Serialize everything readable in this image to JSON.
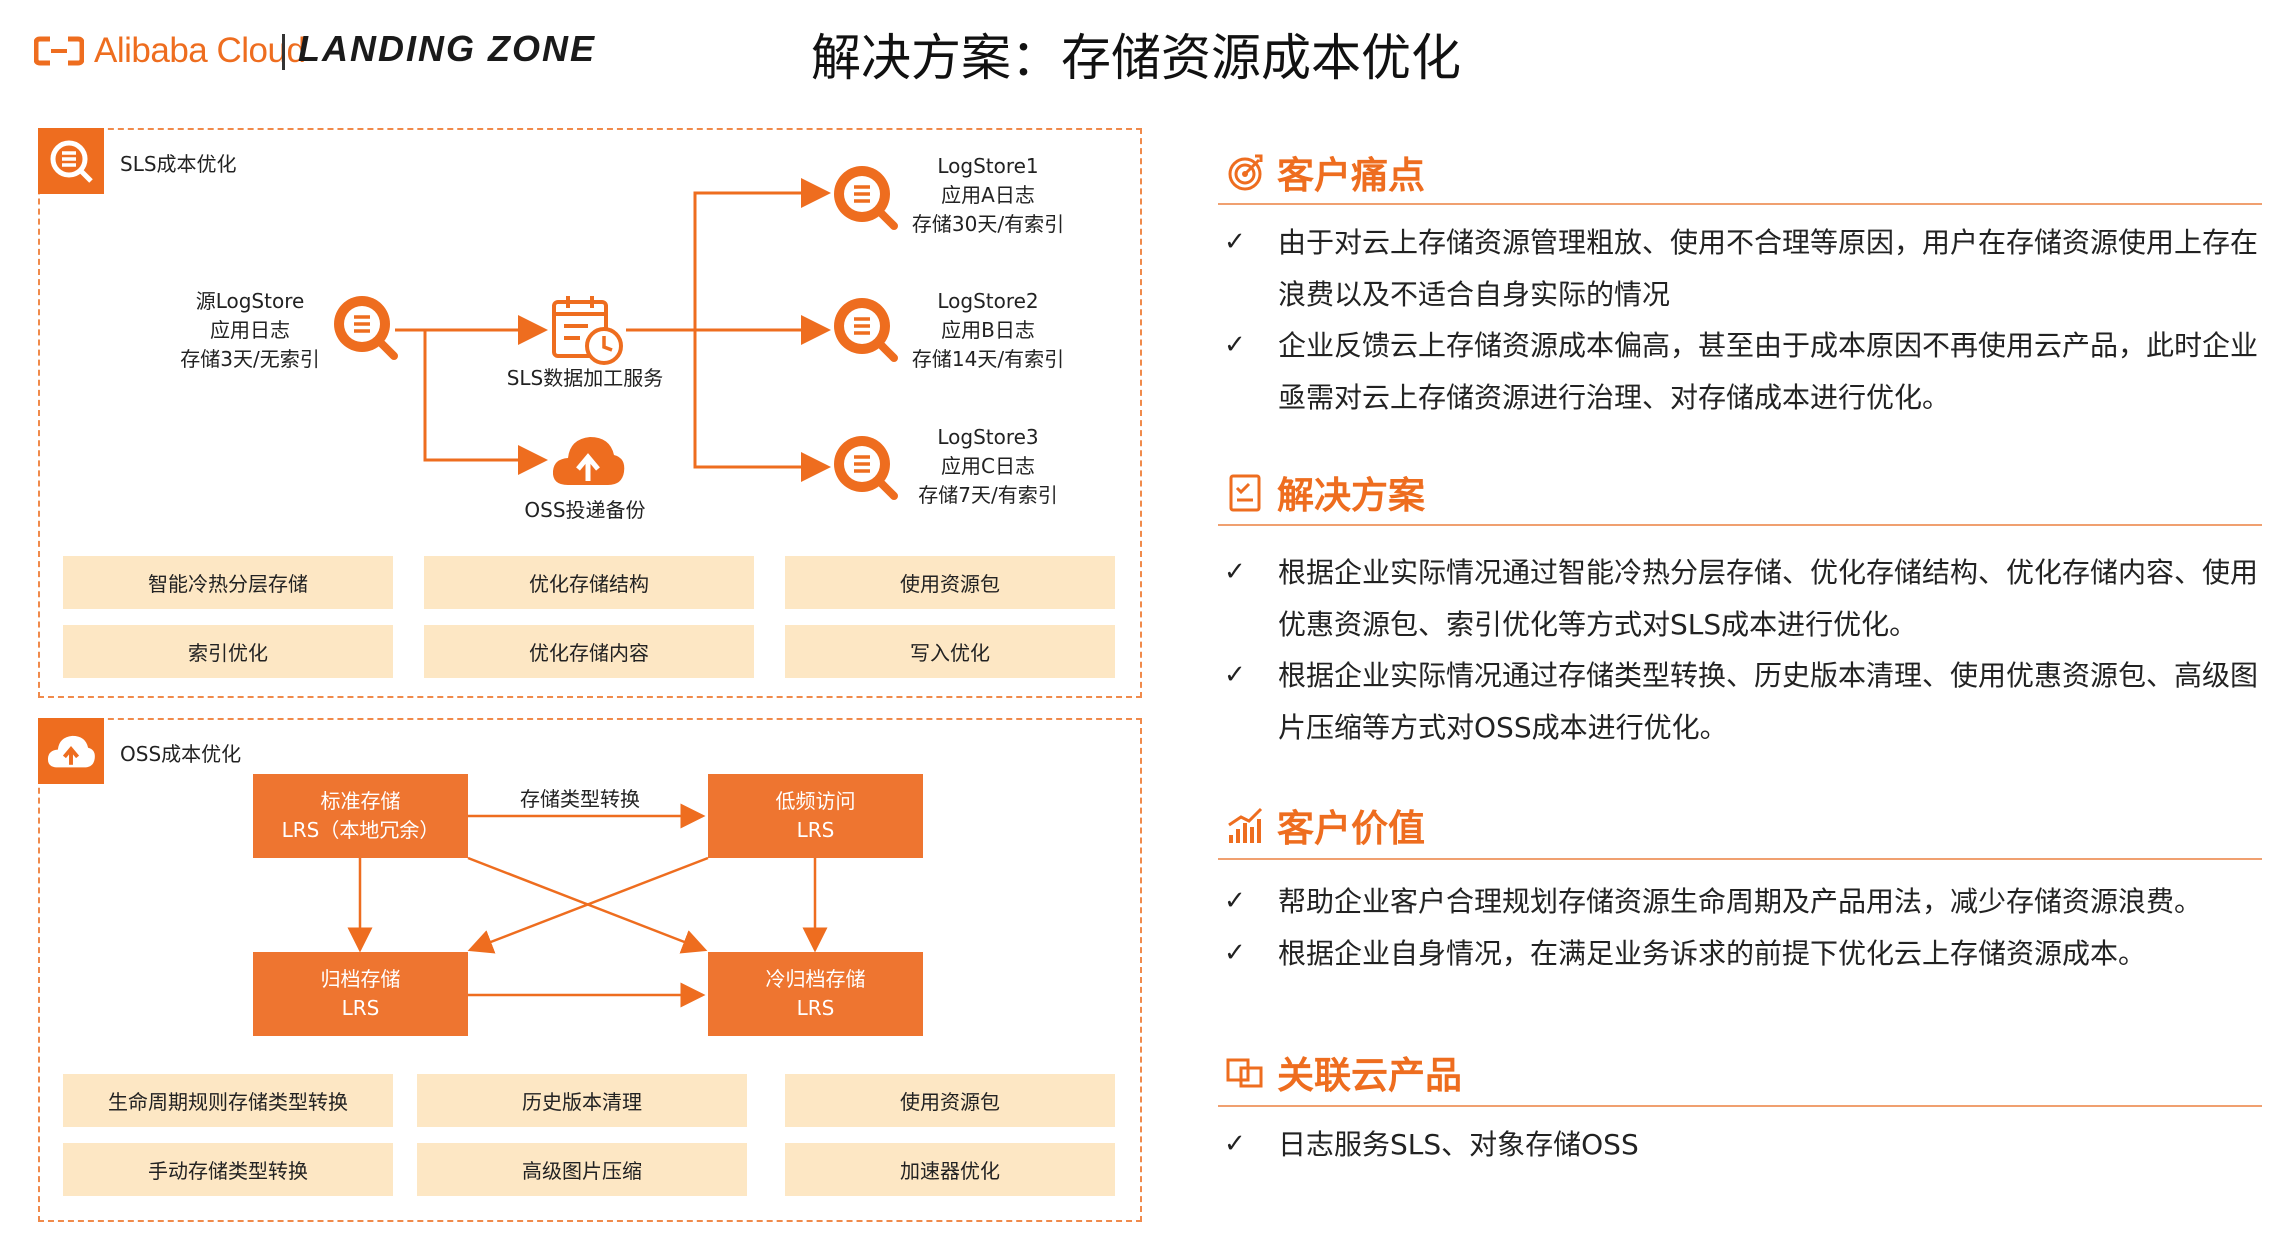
{
  "header": {
    "brand": "Alibaba Cloud",
    "product": "LANDING ZONE",
    "title": "解决方案：存储资源成本优化"
  },
  "sls": {
    "label": "SLS成本优化",
    "source": {
      "l1": "源LogStore",
      "l2": "应用日志",
      "l3": "存储3天/无索引"
    },
    "service": "SLS数据加工服务",
    "backup": "OSS投递备份",
    "stores": [
      {
        "l1": "LogStore1",
        "l2": "应用A日志",
        "l3": "存储30天/有索引"
      },
      {
        "l1": "LogStore2",
        "l2": "应用B日志",
        "l3": "存储14天/有索引"
      },
      {
        "l1": "LogStore3",
        "l2": "应用C日志",
        "l3": "存储7天/有索引"
      }
    ],
    "chips": [
      "智能冷热分层存储",
      "优化存储结构",
      "使用资源包",
      "索引优化",
      "优化存储内容",
      "写入优化"
    ]
  },
  "oss": {
    "label": "OSS成本优化",
    "transition_label": "存储类型转换",
    "boxes": [
      {
        "l1": "标准存储",
        "l2": "LRS（本地冗余）"
      },
      {
        "l1": "低频访问",
        "l2": "LRS"
      },
      {
        "l1": "归档存储",
        "l2": "LRS"
      },
      {
        "l1": "冷归档存储",
        "l2": "LRS"
      }
    ],
    "chips": [
      "生命周期规则存储类型转换",
      "历史版本清理",
      "使用资源包",
      "手动存储类型转换",
      "高级图片压缩",
      "加速器优化"
    ]
  },
  "right": {
    "check": "✓",
    "pain": {
      "title": "客户痛点",
      "items": [
        "由于对云上存储资源管理粗放、使用不合理等原因，用户在存储资源使用上存在浪费以及不适合自身实际的情况",
        "企业反馈云上存储资源成本偏高，甚至由于成本原因不再使用云产品，此时企业亟需对云上存储资源进行治理、对存储成本进行优化。"
      ]
    },
    "solution": {
      "title": "解决方案",
      "items": [
        "根据企业实际情况通过智能冷热分层存储、优化存储结构、优化存储内容、使用优惠资源包、索引优化等方式对SLS成本进行优化。",
        "根据企业实际情况通过存储类型转换、历史版本清理、使用优惠资源包、高级图片压缩等方式对OSS成本进行优化。"
      ]
    },
    "value": {
      "title": "客户价值",
      "items": [
        "帮助企业客户合理规划存储资源生命周期及产品用法，减少存储资源浪费。",
        "根据企业自身情况，在满足业务诉求的前提下优化云上存储资源成本。"
      ]
    },
    "products": {
      "title": "关联云产品",
      "items": [
        "日志服务SLS、对象存储OSS"
      ]
    }
  },
  "colors": {
    "accent": "#ee6d1f",
    "chip": "#fde7c4",
    "box": "#ee7530"
  }
}
